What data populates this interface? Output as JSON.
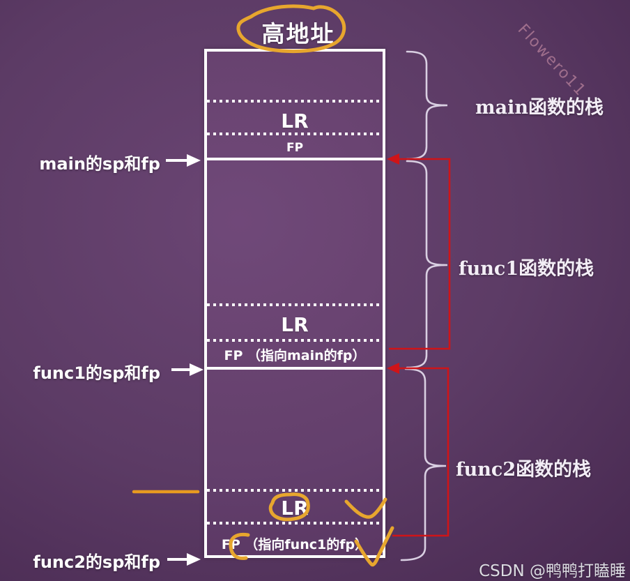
{
  "title": "高地址",
  "stack": {
    "frames": [
      {
        "name": "main",
        "lr": "LR",
        "fp": "FP"
      },
      {
        "name": "func1",
        "lr": "LR",
        "fp": "FP （指向main的fp）"
      },
      {
        "name": "func2",
        "lr": "LR",
        "fp": "FP （指向func1的fp）"
      }
    ]
  },
  "left_labels": [
    {
      "text": "main的sp和fp"
    },
    {
      "text": "func1的sp和fp"
    },
    {
      "text": "func2的sp和fp"
    }
  ],
  "right_labels": [
    {
      "text": "main函数的栈"
    },
    {
      "text": "func1函数的栈"
    },
    {
      "text": "func2函数的栈"
    }
  ],
  "watermarks": {
    "diagonal": "Flowero11",
    "csdn": "CSDN @鸭鸭打瞌睡"
  },
  "colors": {
    "background_center": "#6a4573",
    "background_edge": "#371f41",
    "box_border": "#ffffff",
    "brace": "#d9cfe2",
    "red_bracket": "#cf1418",
    "annotation_yellow": "#e7a62e",
    "annotation_orange": "#e89a20",
    "watermark_pink": "rgba(248,180,195,0.45)",
    "csdn_gray": "#dcdce2"
  }
}
